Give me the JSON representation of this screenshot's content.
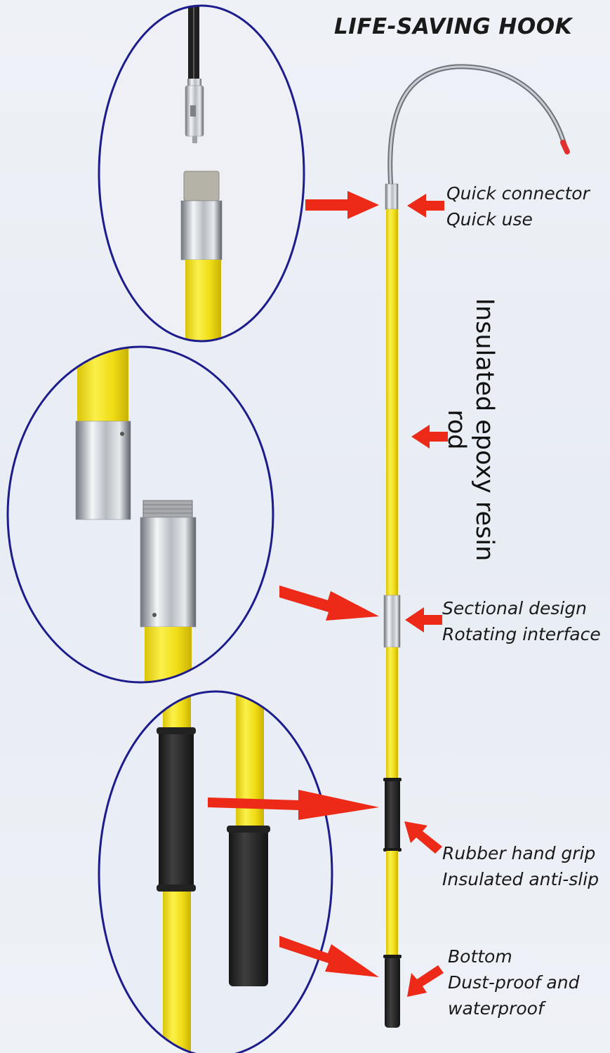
{
  "title": "LIFE-SAVING HOOK",
  "vertical_label": "Insulated epoxy resin rod",
  "callouts": [
    {
      "line1": "Quick connector",
      "line2": "Quick use"
    },
    {
      "line1": "Sectional design",
      "line2": "Rotating interface"
    },
    {
      "line1": "Rubber hand grip",
      "line2": "Insulated anti-slip"
    },
    {
      "line1": "Bottom",
      "line2": "Dust-proof and",
      "line3": "waterproof"
    }
  ],
  "colors": {
    "rod": "#f2e21a",
    "arrow": "#ec2a17",
    "ellipse_border": "#1c1c8c",
    "grip": "#2a2a2a",
    "metal": "#c8ccd2"
  }
}
